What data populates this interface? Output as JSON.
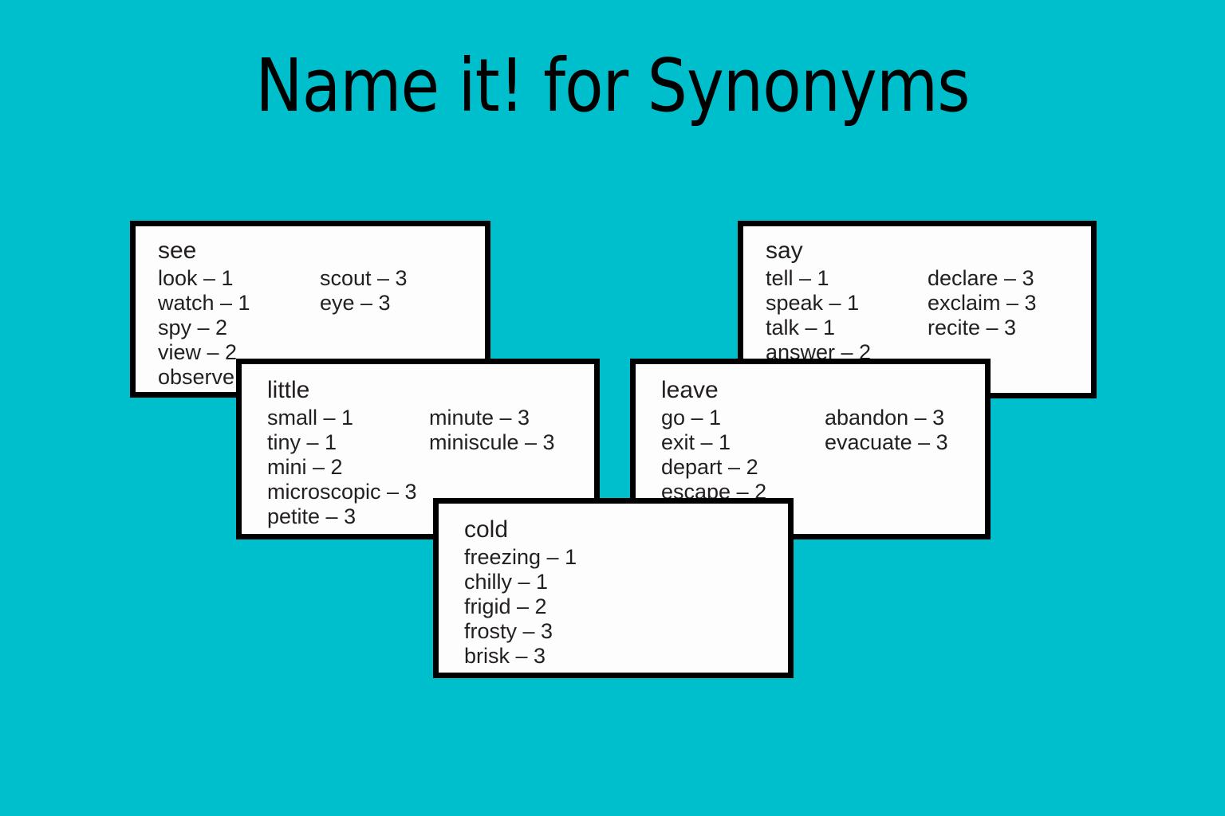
{
  "slide": {
    "title": "Name it! for Synonyms",
    "background_color": "#00bfcc",
    "card_background_color": "#fdfdfd",
    "card_border_color": "#000000",
    "text_color": "#231f20"
  },
  "cards": [
    {
      "heading": "see",
      "left_column": [
        {
          "word": "look",
          "dash": "–",
          "number": "1",
          "text": "look – 1"
        },
        {
          "word": "watch",
          "dash": "–",
          "number": "1",
          "text": "watch – 1"
        },
        {
          "word": "spy",
          "dash": "–",
          "number": "2",
          "text": "spy – 2"
        },
        {
          "word": "view",
          "dash": "–",
          "number": "2",
          "text": "view – 2"
        },
        {
          "word": "observe",
          "dash": "",
          "number": "",
          "text": "observe"
        }
      ],
      "right_column": [
        {
          "word": "scout",
          "dash": "–",
          "number": "3",
          "text": "scout – 3"
        },
        {
          "word": "eye",
          "dash": "–",
          "number": "3",
          "text": "eye – 3"
        }
      ]
    },
    {
      "heading": "say",
      "left_column": [
        {
          "word": "tell",
          "dash": "–",
          "number": "1",
          "text": "tell – 1"
        },
        {
          "word": "speak",
          "dash": "–",
          "number": "1",
          "text": "speak – 1"
        },
        {
          "word": "talk",
          "dash": "–",
          "number": "1",
          "text": "talk – 1"
        },
        {
          "word": "answer",
          "dash": "–",
          "number": "2",
          "text": "answer – 2"
        }
      ],
      "right_column": [
        {
          "word": "declare",
          "dash": "–",
          "number": "3",
          "text": "declare – 3"
        },
        {
          "word": "exclaim",
          "dash": "–",
          "number": "3",
          "text": "exclaim – 3"
        },
        {
          "word": "recite",
          "dash": "–",
          "number": "3",
          "text": "recite – 3"
        }
      ]
    },
    {
      "heading": "little",
      "left_column": [
        {
          "word": "small",
          "dash": "–",
          "number": "1",
          "text": "small – 1"
        },
        {
          "word": "tiny",
          "dash": "–",
          "number": "1",
          "text": "tiny – 1"
        },
        {
          "word": "mini",
          "dash": "–",
          "number": "2",
          "text": "mini – 2"
        },
        {
          "word": "microscopic",
          "dash": "–",
          "number": "3",
          "text": "microscopic – 3"
        },
        {
          "word": "petite",
          "dash": "–",
          "number": "3",
          "text": "petite – 3"
        }
      ],
      "right_column": [
        {
          "word": "minute",
          "dash": "–",
          "number": "3",
          "text": "minute – 3"
        },
        {
          "word": "miniscule",
          "dash": "–",
          "number": "3",
          "text": "miniscule – 3"
        }
      ]
    },
    {
      "heading": "leave",
      "left_column": [
        {
          "word": "go",
          "dash": "–",
          "number": "1",
          "text": "go – 1"
        },
        {
          "word": "exit",
          "dash": "–",
          "number": "1",
          "text": "exit – 1"
        },
        {
          "word": "depart",
          "dash": "–",
          "number": "2",
          "text": "depart – 2"
        },
        {
          "word": "escape",
          "dash": "–",
          "number": "2",
          "text": "escape – 2"
        }
      ],
      "right_column": [
        {
          "word": "abandon",
          "dash": "–",
          "number": "3",
          "text": "abandon – 3"
        },
        {
          "word": "evacuate",
          "dash": "–",
          "number": "3",
          "text": "evacuate – 3"
        }
      ]
    },
    {
      "heading": "cold",
      "left_column": [
        {
          "word": "freezing",
          "dash": "–",
          "number": "1",
          "text": "freezing – 1"
        },
        {
          "word": "chilly",
          "dash": "–",
          "number": "1",
          "text": "chilly – 1"
        },
        {
          "word": "frigid",
          "dash": "–",
          "number": "2",
          "text": "frigid – 2"
        },
        {
          "word": "frosty",
          "dash": "–",
          "number": "3",
          "text": "frosty – 3"
        },
        {
          "word": "brisk",
          "dash": "–",
          "number": "3",
          "text": "brisk – 3"
        }
      ],
      "right_column": []
    }
  ]
}
